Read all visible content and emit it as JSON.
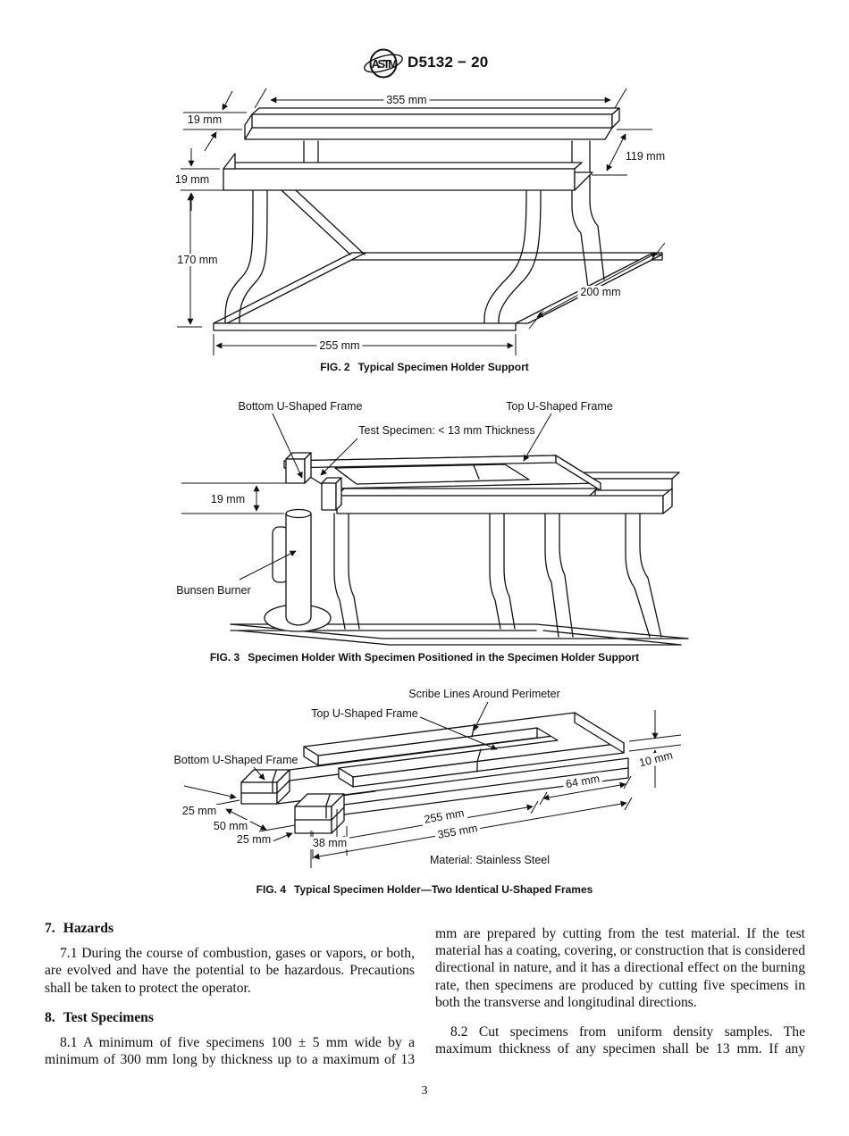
{
  "header": {
    "designation": "D5132 − 20",
    "logo_text": "ASTM"
  },
  "fig2": {
    "caption_label": "FIG. 2",
    "caption_title": "Typical Specimen Holder Support",
    "dims": {
      "top_width": "355 mm",
      "top_rail_thickness": "19 mm",
      "depth_right": "119 mm",
      "rail_height": "19 mm",
      "leg_height": "170 mm",
      "base_depth": "200 mm",
      "base_width": "255 mm"
    }
  },
  "fig3": {
    "caption_label": "FIG. 3",
    "caption_title": "Specimen Holder With Specimen Positioned in the Specimen Holder Support",
    "labels": {
      "bottom_frame": "Bottom U-Shaped Frame",
      "top_frame": "Top U-Shaped Frame",
      "specimen": "Test Specimen: < 13 mm Thickness",
      "burner": "Bunsen Burner"
    },
    "dims": {
      "gap": "19 mm"
    }
  },
  "fig4": {
    "caption_label": "FIG. 4",
    "caption_title": "Typical Specimen Holder—Two Identical U-Shaped Frames",
    "labels": {
      "scribe": "Scribe Lines Around Perimeter",
      "top_frame": "Top U-Shaped Frame",
      "bottom_frame": "Bottom U-Shaped Frame",
      "material": "Material: Stainless Steel"
    },
    "dims": {
      "thickness": "10 mm",
      "end_width": "64 mm",
      "leg_width_a": "25 mm",
      "frame_gap": "50 mm",
      "leg_width_b": "25 mm",
      "end_offset": "38 mm",
      "inner_length": "255 mm",
      "outer_length": "355 mm"
    }
  },
  "sections": {
    "hazards": {
      "number": "7.",
      "title": "Hazards",
      "p71": "7.1 During the course of combustion, gases or vapors, or both, are evolved and have the potential to be hazardous. Precautions shall be taken to protect the operator."
    },
    "specimens": {
      "number": "8.",
      "title": "Test Specimens",
      "p81_left": "8.1 A minimum of five specimens 100 ± 5 mm wide by a minimum of 300 mm long by thickness up to a maximum of 13",
      "p81_right": "mm are prepared by cutting from the test material. If the test material has a coating, covering, or construction that is considered directional in nature, and it has a directional effect on the burning rate, then specimens are produced by cutting five specimens in both the transverse and longitudinal directions.",
      "p82": "8.2 Cut specimens from uniform density samples. The maximum thickness of any specimen shall be 13 mm. If any"
    }
  },
  "footer": {
    "page_number": "3"
  }
}
